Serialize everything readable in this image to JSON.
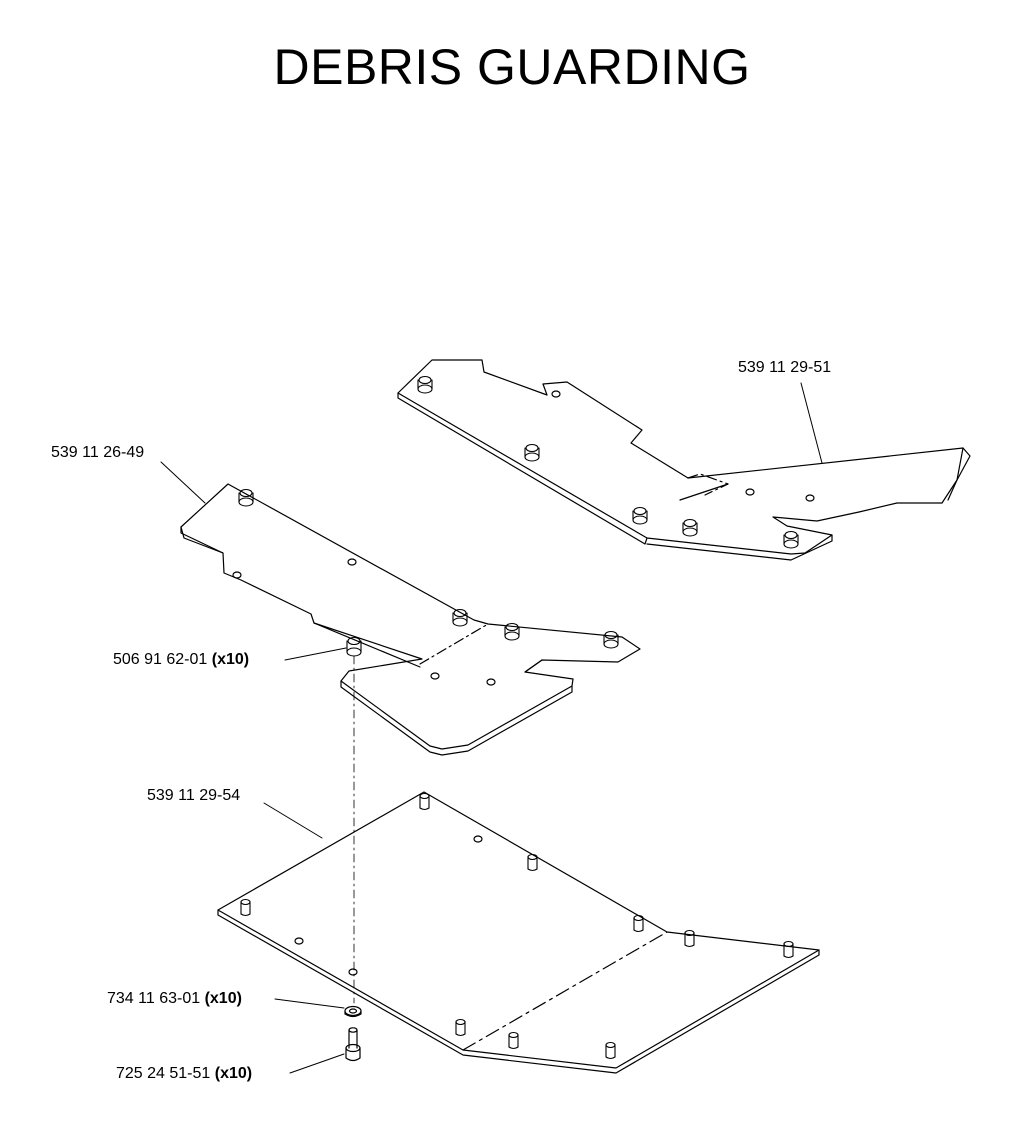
{
  "title": "DEBRIS GUARDING",
  "parts": {
    "guard_right": {
      "number": "539 11 29-51",
      "qty": ""
    },
    "guard_left": {
      "number": "539 11 26-49",
      "qty": ""
    },
    "nut": {
      "number": "506 91 62-01",
      "qty": "(x10)"
    },
    "base_plate": {
      "number": "539 11 29-54",
      "qty": ""
    },
    "washer": {
      "number": "734 11 63-01",
      "qty": "(x10)"
    },
    "bolt": {
      "number": "725 24 51-51",
      "qty": "(x10)"
    }
  }
}
